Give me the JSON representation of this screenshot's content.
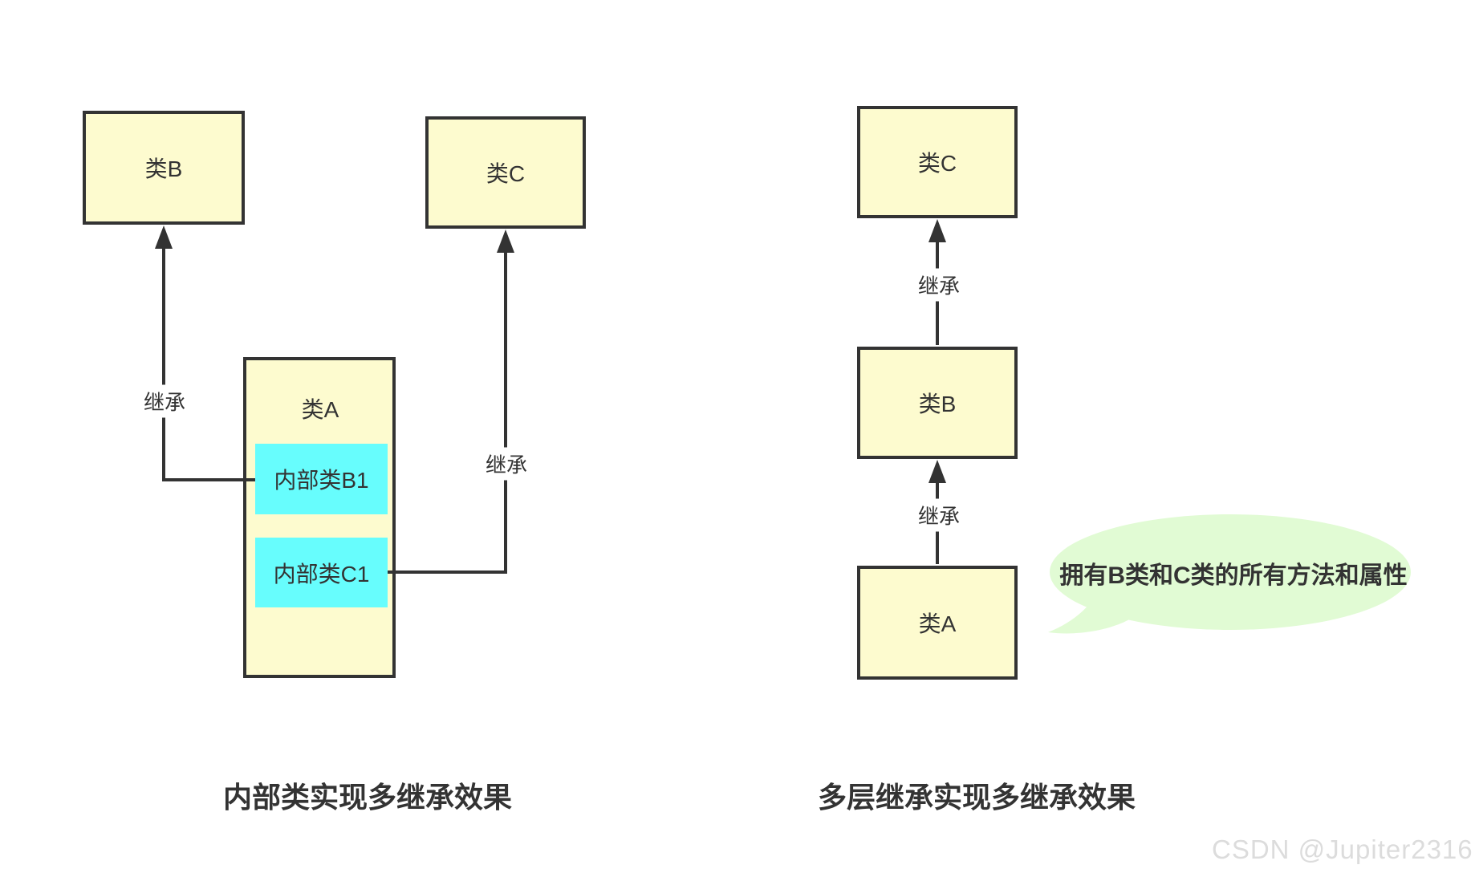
{
  "colors": {
    "line": "#333333",
    "text": "#333333",
    "box_fill": "#FDFBCF",
    "box_border": "#333333",
    "inner_fill": "#67FDFD",
    "bubble_fill": "#E1FBD4",
    "watermark": "#DCDCDC"
  },
  "left_diagram": {
    "class_b": "类B",
    "class_c": "类C",
    "class_a": "类A",
    "inner_b1": "内部类B1",
    "inner_c1": "内部类C1",
    "edge_b_label": "继承",
    "edge_c_label": "继承",
    "caption": "内部类实现多继承效果"
  },
  "right_diagram": {
    "class_c": "类C",
    "class_b": "类B",
    "class_a": "类A",
    "edge_bc_label": "继承",
    "edge_ab_label": "继承",
    "bubble_text": "拥有B类和C类的所有方法和属性",
    "caption": "多层继承实现多继承效果"
  },
  "watermark": "CSDN @Jupiter2316"
}
